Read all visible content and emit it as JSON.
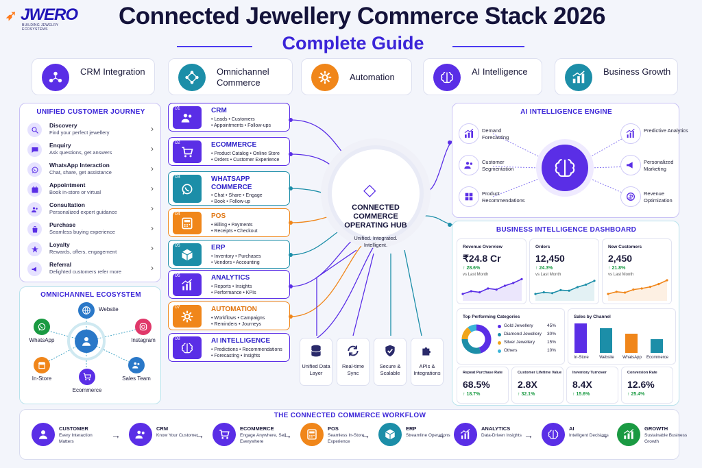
{
  "brand": {
    "name": "JWERO",
    "tagline": "BUILDING JEWELRY ECOSYSTEMS"
  },
  "title": "Connected Jewellery Commerce Stack 2026",
  "subtitle": "Complete Guide",
  "features": [
    {
      "label": "CRM Integration",
      "icon": "crm-network-icon",
      "color": "#5a2ee6"
    },
    {
      "label": "Omnichannel Commerce",
      "icon": "omnichannel-nodes-icon",
      "color": "#1c8ea8"
    },
    {
      "label": "Automation",
      "icon": "gear-icon",
      "color": "#f0861a"
    },
    {
      "label": "AI Intelligence",
      "icon": "brain-icon",
      "color": "#5a2ee6"
    },
    {
      "label": "Business Growth",
      "icon": "growth-chart-icon",
      "color": "#1c8ea8"
    }
  ],
  "journey": {
    "title": "UNIFIED CUSTOMER JOURNEY",
    "items": [
      {
        "title": "Discovery",
        "desc": "Find your perfect jewellery"
      },
      {
        "title": "Enquiry",
        "desc": "Ask questions, get answers"
      },
      {
        "title": "WhatsApp Interaction",
        "desc": "Chat, share, get assistance"
      },
      {
        "title": "Appointment",
        "desc": "Book in-store or virtual"
      },
      {
        "title": "Consultation",
        "desc": "Personalized expert guidance"
      },
      {
        "title": "Purchase",
        "desc": "Seamless buying experience"
      },
      {
        "title": "Loyalty",
        "desc": "Rewards, offers, engagement"
      },
      {
        "title": "Referral",
        "desc": "Delighted customers refer more"
      }
    ]
  },
  "ecosystem": {
    "title": "OMNICHANNEL ECOSYSTEM",
    "nodes": [
      {
        "label": "Website"
      },
      {
        "label": "WhatsApp"
      },
      {
        "label": "Instagram"
      },
      {
        "label": "In-Store"
      },
      {
        "label": "Sales Team"
      },
      {
        "label": "Ecommerce"
      }
    ]
  },
  "modules": [
    {
      "num": "01",
      "title": "CRM",
      "line1": "• Leads • Customers",
      "line2": "• Appointments • Follow-ups",
      "color": "#5a2ee6"
    },
    {
      "num": "02",
      "title": "ECOMMERCE",
      "line1": "• Product Catalog • Online Store",
      "line2": "• Orders • Customer Experience",
      "color": "#5a2ee6"
    },
    {
      "num": "03",
      "title": "WHATSAPP COMMERCE",
      "line1": "• Chat • Share • Engage",
      "line2": "• Book • Follow-up",
      "color": "#1c8ea8"
    },
    {
      "num": "04",
      "title": "POS",
      "line1": "• Billing • Payments",
      "line2": "• Receipts • Checkout",
      "color": "#f0861a"
    },
    {
      "num": "05",
      "title": "ERP",
      "line1": "• Inventory • Purchases",
      "line2": "• Vendors • Accounting",
      "color": "#1c8ea8"
    },
    {
      "num": "06",
      "title": "ANALYTICS",
      "line1": "• Reports • Insights",
      "line2": "• Performance • KPIs",
      "color": "#5a2ee6"
    },
    {
      "num": "07",
      "title": "AUTOMATION",
      "line1": "• Workflows • Campaigns",
      "line2": "• Reminders • Journeys",
      "color": "#f0861a"
    },
    {
      "num": "08",
      "title": "AI INTELLIGENCE",
      "line1": "• Predictions • Recommendations",
      "line2": "• Forecasting • Insights",
      "color": "#5a2ee6"
    }
  ],
  "hub": {
    "title": "CONNECTED COMMERCE OPERATING HUB",
    "tag": "Unified. Integrated. Intelligent."
  },
  "pillars": [
    {
      "label": "Unified Data Layer"
    },
    {
      "label": "Real-time Sync"
    },
    {
      "label": "Secure & Scalable"
    },
    {
      "label": "APIs & Integrations"
    }
  ],
  "ai_engine": {
    "title": "AI INTELLIGENCE ENGINE",
    "items": [
      {
        "label": "Demand Forecasting"
      },
      {
        "label": "Customer Segmentation"
      },
      {
        "label": "Product Recommendations"
      },
      {
        "label": "Predictive Analytics"
      },
      {
        "label": "Personalized Marketing"
      },
      {
        "label": "Revenue Optimization"
      }
    ]
  },
  "dashboard": {
    "title": "BUSINESS INTELLIGENCE DASHBOARD",
    "kpis": [
      {
        "label": "Revenue Overview",
        "value": "₹24.8 Cr",
        "growth": "↑ 28.6%",
        "sub": "vs Last Month",
        "trend": [
          2,
          3,
          2.6,
          4,
          3.6,
          5,
          6,
          7.4
        ],
        "color": "#5a2ee6"
      },
      {
        "label": "Orders",
        "value": "12,450",
        "growth": "↑ 24.3%",
        "sub": "vs Last Month",
        "trend": [
          2,
          2.6,
          2.3,
          3.4,
          3.2,
          4.5,
          5.4,
          6.8
        ],
        "color": "#1c8ea8"
      },
      {
        "label": "New Customers",
        "value": "2,450",
        "growth": "↑ 21.8%",
        "sub": "vs Last Month",
        "trend": [
          2,
          2.8,
          2.5,
          3.6,
          4,
          4.6,
          5.6,
          7
        ],
        "color": "#f0861a"
      }
    ],
    "categories": {
      "title": "Top Performing Categories",
      "items": [
        {
          "name": "Gold Jewellery",
          "pct": "45%",
          "value": 45,
          "color": "#5a2ee6"
        },
        {
          "name": "Diamond Jewellery",
          "pct": "30%",
          "value": 30,
          "color": "#1c8ea8"
        },
        {
          "name": "Silver Jewellery",
          "pct": "15%",
          "value": 15,
          "color": "#f0a51a"
        },
        {
          "name": "Others",
          "pct": "10%",
          "value": 10,
          "color": "#3bb4d8"
        }
      ]
    },
    "channels": {
      "title": "Sales by Channel",
      "items": [
        {
          "name": "In-Store",
          "value": 100,
          "color": "#5a2ee6"
        },
        {
          "name": "Website",
          "value": 84,
          "color": "#1c8ea8"
        },
        {
          "name": "WhatsApp",
          "value": 66,
          "color": "#f0861a"
        },
        {
          "name": "Ecommerce",
          "value": 46,
          "color": "#1c8ea8"
        }
      ]
    },
    "metrics": [
      {
        "label": "Repeat Purchase Rate",
        "value": "68.5%",
        "growth": "↑ 18.7%"
      },
      {
        "label": "Customer Lifetime Value",
        "value": "2.8X",
        "growth": "↑ 32.1%"
      },
      {
        "label": "Inventory Turnover",
        "value": "8.4X",
        "growth": "↑ 15.6%"
      },
      {
        "label": "Conversion Rate",
        "value": "12.6%",
        "growth": "↑ 25.4%"
      }
    ]
  },
  "workflow": {
    "title": "THE CONNECTED COMMERCE WORKFLOW",
    "steps": [
      {
        "title": "CUSTOMER",
        "desc": "Every Interaction Matters",
        "color": "#5a2ee6"
      },
      {
        "title": "CRM",
        "desc": "Know Your Customer",
        "color": "#5a2ee6"
      },
      {
        "title": "ECOMMERCE",
        "desc": "Engage Anywhere, Sell Everywhere",
        "color": "#5a2ee6"
      },
      {
        "title": "POS",
        "desc": "Seamless In-Store Experience",
        "color": "#f0861a"
      },
      {
        "title": "ERP",
        "desc": "Streamline Operations",
        "color": "#1c8ea8"
      },
      {
        "title": "ANALYTICS",
        "desc": "Data-Driven Insights",
        "color": "#5a2ee6"
      },
      {
        "title": "AI",
        "desc": "Intelligent Decisions",
        "color": "#5a2ee6"
      },
      {
        "title": "GROWTH",
        "desc": "Sustainable Business Growth",
        "color": "#1a9a42"
      }
    ]
  }
}
